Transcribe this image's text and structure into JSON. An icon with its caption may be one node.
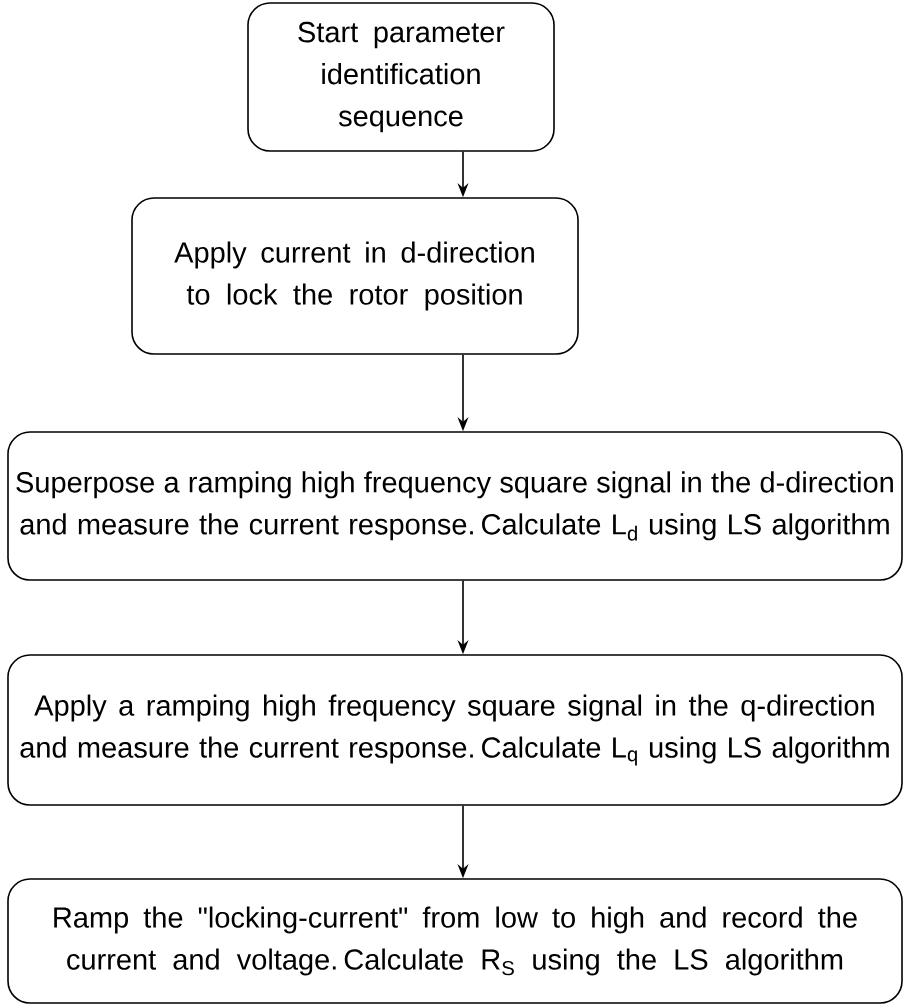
{
  "diagram": {
    "nodes": [
      {
        "text": [
          "Start parameter identification sequence"
        ]
      },
      {
        "text": [
          "Apply current in d-direction to lock the rotor position"
        ]
      },
      {
        "text": [
          "Superpose a ramping high frequency square signal in the d-direction and measure the current response. Calculate L$_{d}$ using LS algorithm"
        ]
      },
      {
        "text": [
          "Apply a ramping high frequency square signal in the q-direction and measure the  current response. Calculate L$_{q}$ using LS algorithm"
        ]
      },
      {
        "text": [
          "Ramp the \"locking-current\" from low to high and record the current and voltage. Calculate R$_{S}$ using the LS algorithm"
        ]
      }
    ],
    "edges": [
      {
        "from": 0,
        "to": 1,
        "arrow": "to"
      },
      {
        "from": 1,
        "to": 2,
        "arrow": "to"
      },
      {
        "from": 2,
        "to": 3,
        "arrow": "to"
      },
      {
        "from": 3,
        "to": 4,
        "arrow": "to"
      }
    ]
  }
}
